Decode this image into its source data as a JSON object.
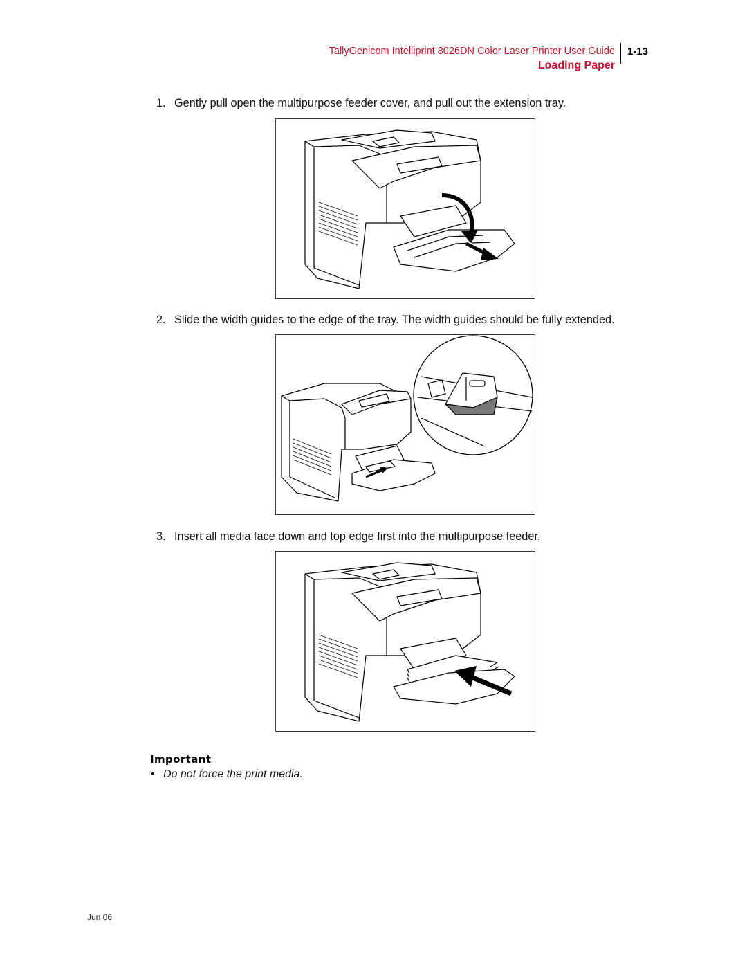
{
  "header": {
    "guide_title": "TallyGenicom Intelliprint 8026DN Color Laser Printer User Guide",
    "page_number": "1-13",
    "section_title": "Loading Paper"
  },
  "steps": [
    {
      "number": "1.",
      "text": "Gently pull open the multipurpose feeder cover, and pull out the extension tray."
    },
    {
      "number": "2.",
      "text": "Slide the width guides to the edge of the tray. The width guides should be fully extended."
    },
    {
      "number": "3.",
      "text": "Insert all media face down and top edge first into the multipurpose feeder."
    }
  ],
  "important": {
    "heading": "Important",
    "bullet_symbol": "•",
    "bullets": [
      "Do not force the print media."
    ]
  },
  "footer": {
    "date": "Jun 06"
  },
  "icons": [
    "printer-illustration",
    "curved-arrow-icon",
    "pull-arrow-icon",
    "magnifier-detail",
    "insert-arrow-icon"
  ]
}
